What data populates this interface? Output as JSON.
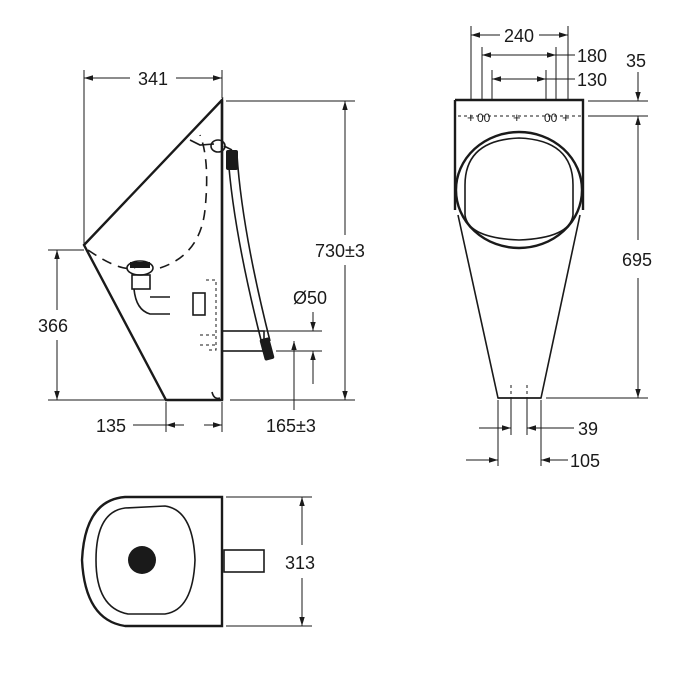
{
  "drawing": {
    "title": "Urinal technical drawing",
    "line_color": "#1a1a1a",
    "background": "#ffffff"
  },
  "side_view": {
    "dims": {
      "width_top": "341",
      "height_total": "730±3",
      "height_front_point": "366",
      "base_depth": "135",
      "outlet_diameter": "Ø50",
      "outlet_height": "165±3"
    }
  },
  "front_view": {
    "dims": {
      "bracket_outer": "240",
      "bracket_middle": "180",
      "bracket_inner": "130",
      "top_offset": "35",
      "height": "695",
      "outlet_inner": "39",
      "outlet_outer": "105"
    }
  },
  "top_view": {
    "dims": {
      "depth": "313"
    }
  }
}
